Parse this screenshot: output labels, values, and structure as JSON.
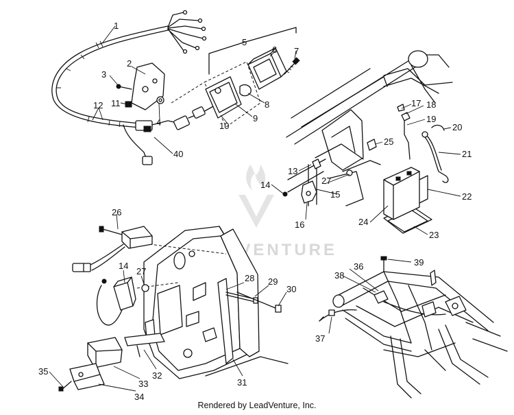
{
  "callouts": [
    {
      "id": "c1",
      "text": "1"
    },
    {
      "id": "c2",
      "text": "2"
    },
    {
      "id": "c3",
      "text": "3"
    },
    {
      "id": "c4",
      "text": "4"
    },
    {
      "id": "c5",
      "text": "5"
    },
    {
      "id": "c6",
      "text": "6"
    },
    {
      "id": "c7",
      "text": "7"
    },
    {
      "id": "c8",
      "text": "8"
    },
    {
      "id": "c9",
      "text": "9"
    },
    {
      "id": "c10",
      "text": "10"
    },
    {
      "id": "c11",
      "text": "11"
    },
    {
      "id": "c12",
      "text": "12"
    },
    {
      "id": "c40",
      "text": "40"
    },
    {
      "id": "c13",
      "text": "13"
    },
    {
      "id": "c14a",
      "text": "14"
    },
    {
      "id": "c15",
      "text": "15"
    },
    {
      "id": "c16",
      "text": "16"
    },
    {
      "id": "c17",
      "text": "17"
    },
    {
      "id": "c18",
      "text": "18"
    },
    {
      "id": "c19",
      "text": "19"
    },
    {
      "id": "c20",
      "text": "20"
    },
    {
      "id": "c21",
      "text": "21"
    },
    {
      "id": "c22",
      "text": "22"
    },
    {
      "id": "c23",
      "text": "23"
    },
    {
      "id": "c24",
      "text": "24"
    },
    {
      "id": "c25",
      "text": "25"
    },
    {
      "id": "c27a",
      "text": "27"
    },
    {
      "id": "c26",
      "text": "26"
    },
    {
      "id": "c14b",
      "text": "14"
    },
    {
      "id": "c27b",
      "text": "27"
    },
    {
      "id": "c28",
      "text": "28"
    },
    {
      "id": "c29",
      "text": "29"
    },
    {
      "id": "c30",
      "text": "30"
    },
    {
      "id": "c31",
      "text": "31"
    },
    {
      "id": "c32",
      "text": "32"
    },
    {
      "id": "c33",
      "text": "33"
    },
    {
      "id": "c34",
      "text": "34"
    },
    {
      "id": "c35",
      "text": "35"
    },
    {
      "id": "c36",
      "text": "36"
    },
    {
      "id": "c37",
      "text": "37"
    },
    {
      "id": "c38",
      "text": "38"
    },
    {
      "id": "c39",
      "text": "39"
    }
  ],
  "watermark": "LEADVENTURE",
  "footer": "Rendered by LeadVenture, Inc."
}
